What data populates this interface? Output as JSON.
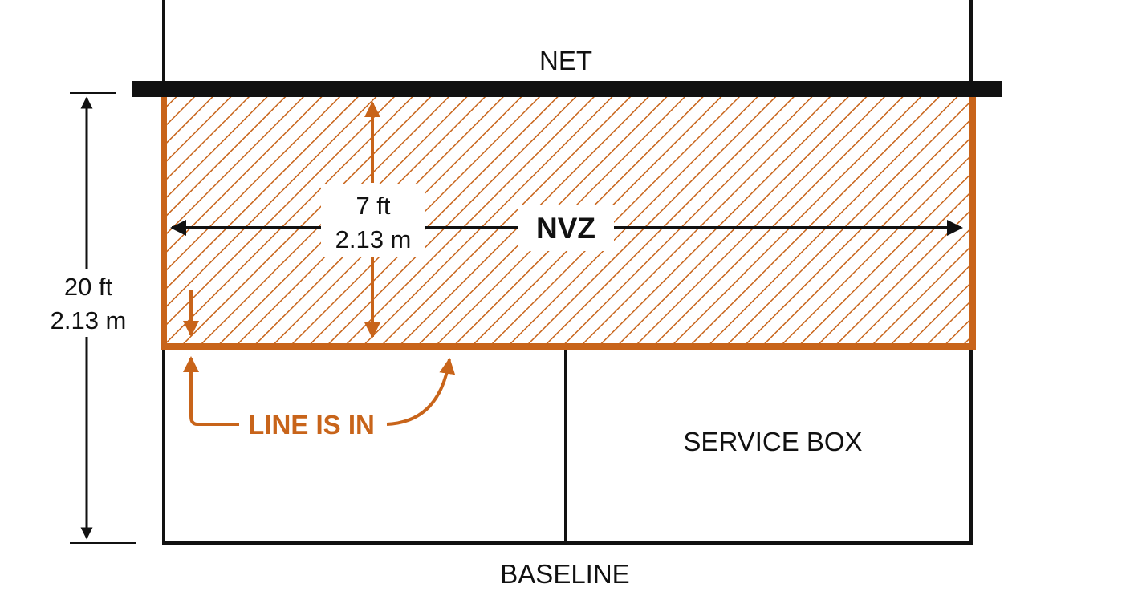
{
  "labels": {
    "net": "NET",
    "baseline": "BASELINE",
    "nvz": "NVZ",
    "service_box": "SERVICE BOX",
    "line_is_in": "LINE IS IN",
    "depth_ft": "7 ft",
    "depth_m": "2.13 m",
    "half_length_ft": "20 ft",
    "half_length_m": "2.13 m"
  },
  "colors": {
    "zone_accent": "#c8641a",
    "line": "#111111",
    "background": "#ffffff"
  }
}
